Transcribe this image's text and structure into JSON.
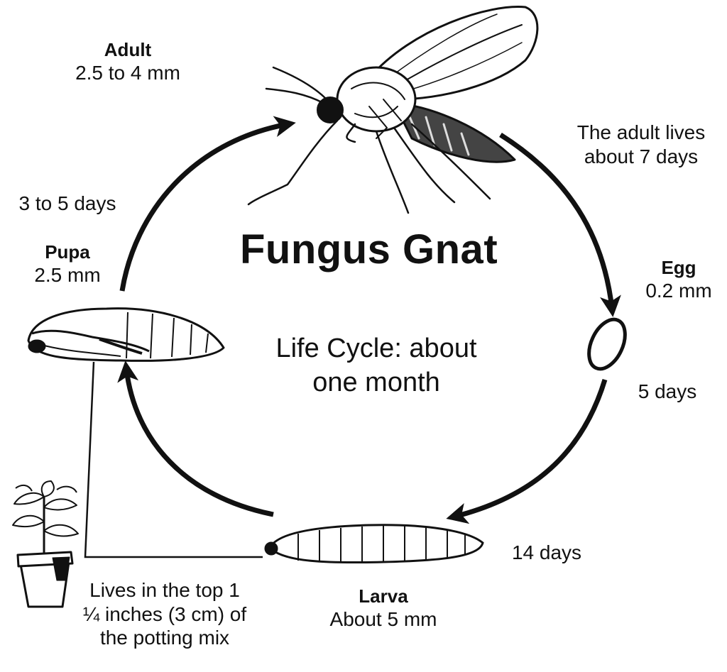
{
  "title": "Fungus Gnat",
  "subtitle_line1": "Life Cycle: about",
  "subtitle_line2": "one month",
  "adult": {
    "name": "Adult",
    "size": "2.5 to 4 mm"
  },
  "egg": {
    "name": "Egg",
    "size": "0.2 mm"
  },
  "larva": {
    "name": "Larva",
    "size": "About 5 mm"
  },
  "pupa": {
    "name": "Pupa",
    "size": "2.5 mm"
  },
  "adult_lifespan_line1": "The adult lives",
  "adult_lifespan_line2": "about 7 days",
  "egg_duration": "5 days",
  "larva_duration": "14 days",
  "pupa_duration": "3 to 5 days",
  "habitat_line1": "Lives in the top 1",
  "habitat_line2": "¼ inches (3 cm) of",
  "habitat_line3": "the potting mix",
  "icons": [
    "gnat-adult-icon",
    "egg-icon",
    "larva-icon",
    "pupa-icon",
    "potted-plant-icon"
  ]
}
